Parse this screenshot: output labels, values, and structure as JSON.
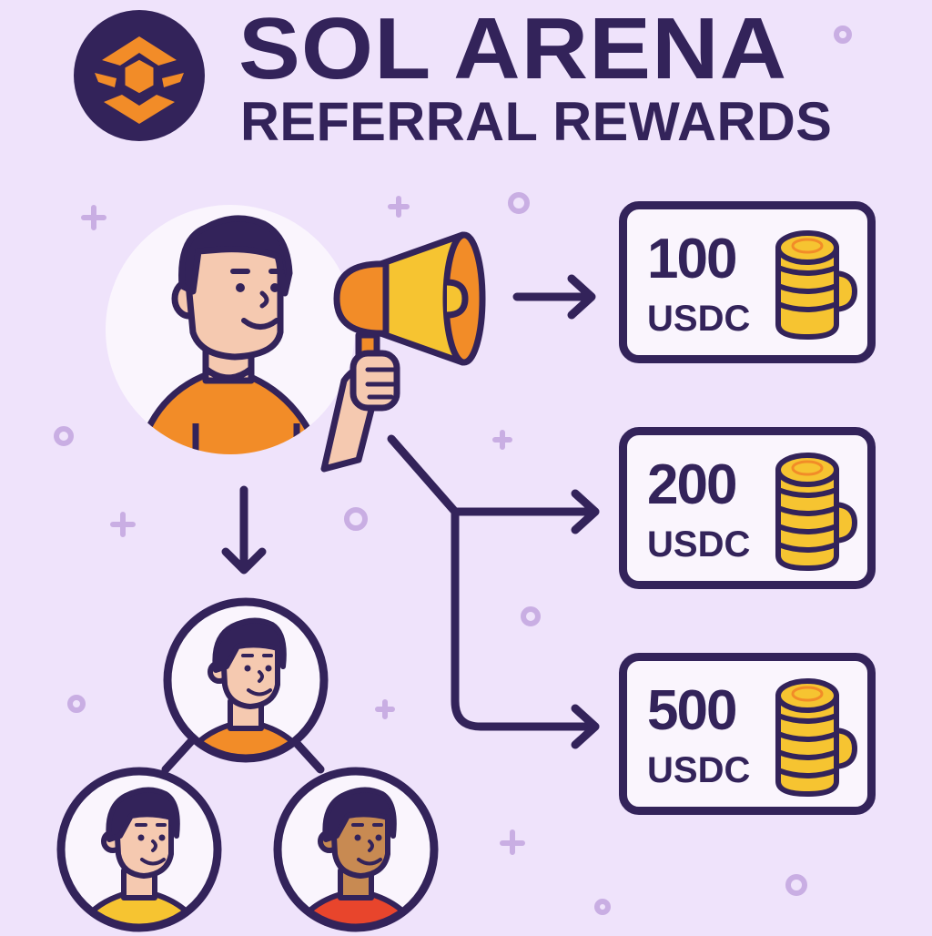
{
  "header": {
    "brand_name": "SOL ARENA",
    "subtitle": "REFERRAL REWARDS",
    "logo_icon": "sol-arena-hexagon-logo"
  },
  "referrer": {
    "icon": "person-with-megaphone",
    "shirt_color": "#f28c28"
  },
  "referrals": [
    {
      "icon": "person-avatar",
      "shirt_color": "#f28c28",
      "skin_color": "#f5c9b0"
    },
    {
      "icon": "person-avatar",
      "shirt_color": "#f6c431",
      "skin_color": "#f5c9b0"
    },
    {
      "icon": "person-avatar",
      "shirt_color": "#e8452c",
      "skin_color": "#c88a52"
    }
  ],
  "rewards": [
    {
      "amount": "100",
      "currency": "USDC",
      "icon": "coin-stack"
    },
    {
      "amount": "200",
      "currency": "USDC",
      "icon": "coin-stack"
    },
    {
      "amount": "500",
      "currency": "USDC",
      "icon": "coin-stack"
    }
  ],
  "colors": {
    "background": "#efe3fb",
    "outline": "#33235a",
    "accent_orange": "#f28c28",
    "accent_gold": "#f6c431",
    "decor": "#c9aee3"
  }
}
